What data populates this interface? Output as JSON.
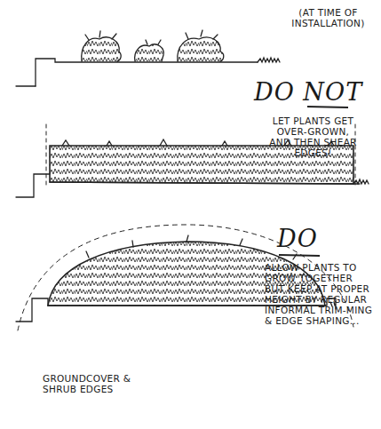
{
  "diagram": {
    "labels": [
      "(AT TIME OF INSTALLATION)",
      "DO NOT",
      "LET PLANTS GET OVER-GROWN, AND THEN SHEAR EDGES!",
      "DO",
      "ALLOW PLANTS TO GROW TOGETHER BUT KEEP AT PROPER HEIGHT BY REGULAR INFORMAL TRIM-MING & EDGE SHAPING...",
      "GROUNDCOVER & SHRUB EDGES"
    ]
  }
}
